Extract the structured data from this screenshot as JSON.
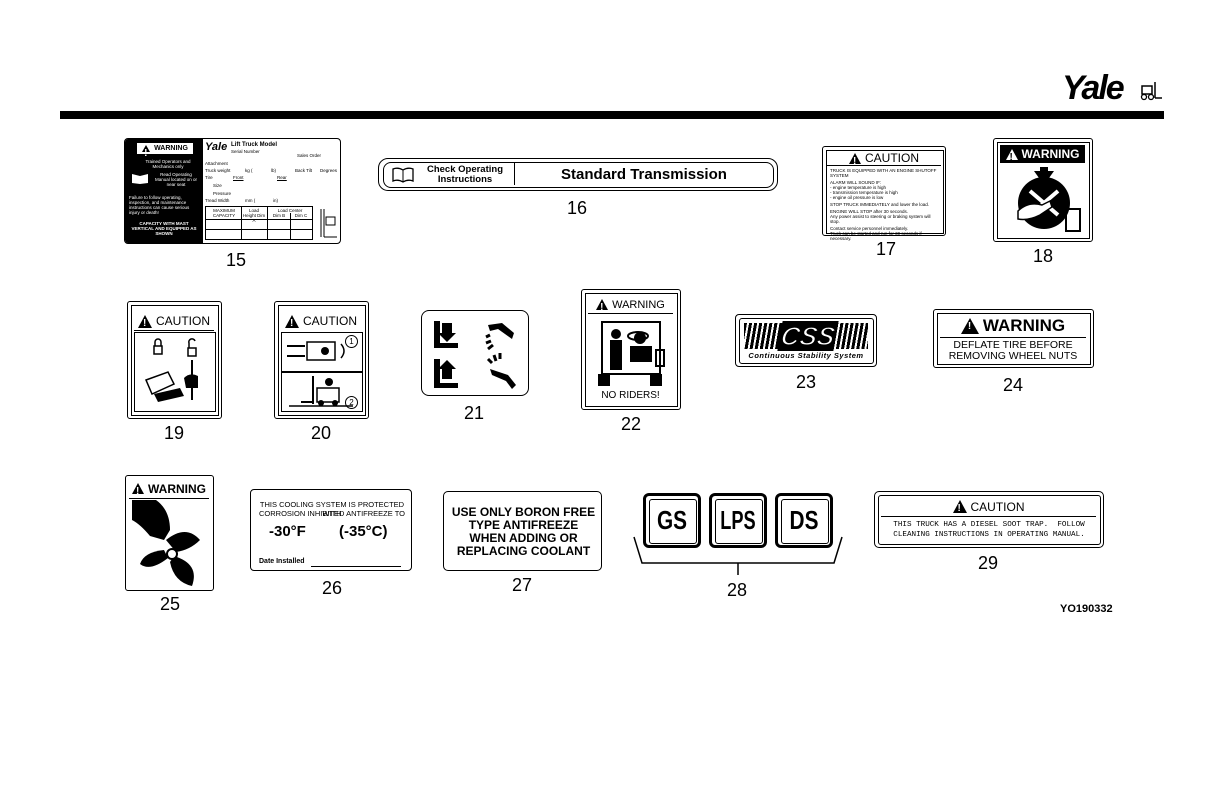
{
  "brand": {
    "logo": "Yale"
  },
  "figure_id": "YO190332",
  "labels": {
    "d15": {
      "num": "15",
      "warning": "WARNING",
      "trained": "Trained Operators and Mechanics only",
      "read": "Read Operating Manual located on or near seat",
      "failure": "Failure to follow operating, inspection, and maintenance instructions can cause serious injury or death!",
      "capacity": "CAPACITY WITH MAST VERTICAL AND EQUIPPED AS SHOWN",
      "logo": "Yale",
      "model": "Lift Truck Model",
      "serial": "Serial Number",
      "sales": "Sales Order",
      "attachment": "Attachment",
      "weight": "Truck weight",
      "kg": "kg (",
      "lb": "lb)",
      "backtilt": "Back Tilt",
      "degrees": "Degrees",
      "tire": "Tire",
      "front": "Front",
      "rear": "Rear",
      "size": "Size",
      "pressure": "Pressure",
      "tread": "Tread Width",
      "mm": "mm (",
      "in": "in)",
      "max_cap": "MAXIMUM CAPACITY",
      "load_height": "Load Height Dim A",
      "load_center": "Load Center",
      "dim_b": "Dim B",
      "dim_c": "Dim C"
    },
    "d16": {
      "num": "16",
      "check": "Check Operating Instructions",
      "std": "Standard Transmission"
    },
    "d17": {
      "num": "17",
      "caution": "CAUTION",
      "l1": "TRUCK IS EQUIPPED WITH AN ENGINE SHUTOFF SYSTEM",
      "l2": "ALARM WILL SOUND IF:",
      "l3": "- engine temperature is high",
      "l4": "- transmission temperature is high",
      "l5": "- engine oil pressure is low",
      "l6": "STOP TRUCK IMMEDIATELY and lower the load.",
      "l7": "ENGINE WILL STOP after 30 seconds.",
      "l8": "Any power assist to steering or braking system will stop.",
      "l9": "Contact service personnel immediately.",
      "l10": "Truck can be started and run for 30 seconds if necessary."
    },
    "d18": {
      "num": "18",
      "warning": "WARNING"
    },
    "d19": {
      "num": "19",
      "caution": "CAUTION"
    },
    "d20": {
      "num": "20",
      "caution": "CAUTION",
      "c1": "1",
      "c2": "2"
    },
    "d21": {
      "num": "21"
    },
    "d22": {
      "num": "22",
      "warning": "WARNING",
      "noriders": "NO RIDERS!"
    },
    "d23": {
      "num": "23",
      "css": "CSS",
      "sub": "Continuous Stability System"
    },
    "d24": {
      "num": "24",
      "warning": "WARNING",
      "l1": "DEFLATE TIRE BEFORE",
      "l2": "REMOVING WHEEL NUTS"
    },
    "d25": {
      "num": "25",
      "warning": "WARNING"
    },
    "d26": {
      "num": "26",
      "l1": "THIS COOLING SYSTEM IS PROTECTED WITH",
      "l2": "CORROSION INHIBITED ANTIFREEZE TO",
      "tf": "-30°F",
      "tc": "(-35°C)",
      "date": "Date Installed"
    },
    "d27": {
      "num": "27",
      "l1": "USE ONLY BORON FREE",
      "l2": "TYPE ANTIFREEZE",
      "l3": "WHEN ADDING OR",
      "l4": "REPLACING COOLANT"
    },
    "d28": {
      "num": "28",
      "gs": "GS",
      "lps": "LPS",
      "ds": "DS"
    },
    "d29": {
      "num": "29",
      "caution": "CAUTION",
      "l1": "THIS TRUCK HAS A DIESEL SOOT TRAP.  FOLLOW",
      "l2": "CLEANING INSTRUCTIONS IN OPERATING MANUAL."
    }
  }
}
